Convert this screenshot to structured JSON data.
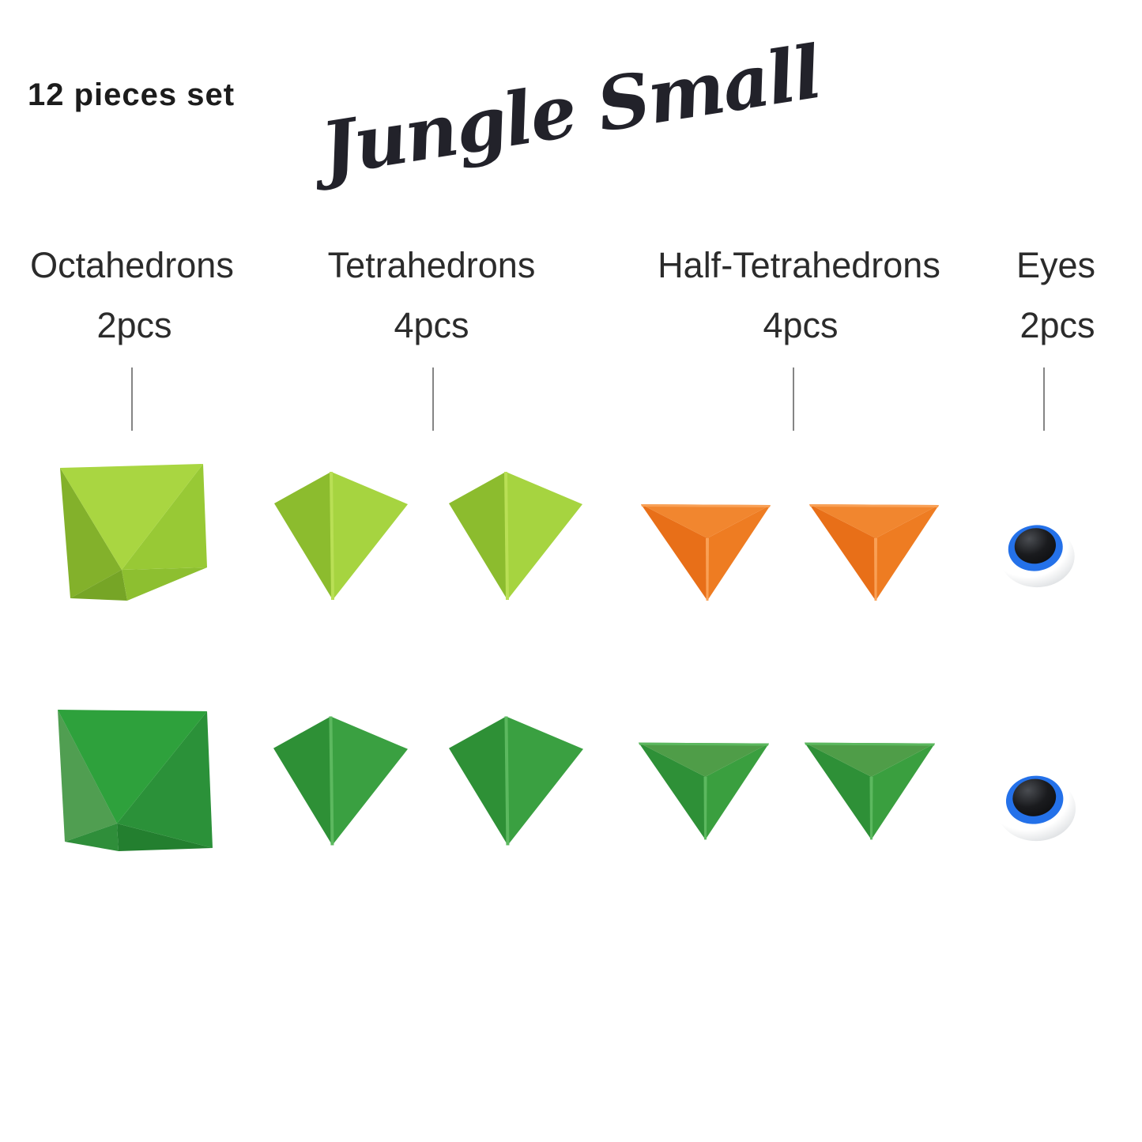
{
  "header": {
    "pieces_label": "12 pieces set",
    "title": "Jungle Small"
  },
  "columns": [
    {
      "name": "Octahedrons",
      "count": "2pcs"
    },
    {
      "name": "Tetrahedrons",
      "count": "4pcs"
    },
    {
      "name": "Half-Tetrahedrons",
      "count": "4pcs"
    },
    {
      "name": "Eyes",
      "count": "2pcs"
    }
  ],
  "pieces": {
    "row1": [
      "lime octahedron",
      "lime tetrahedron",
      "lime tetrahedron",
      "orange half-tetrahedron",
      "orange half-tetrahedron",
      "eye"
    ],
    "row2": [
      "green octahedron",
      "green tetrahedron",
      "green tetrahedron",
      "green half-tetrahedron",
      "green half-tetrahedron",
      "eye"
    ]
  },
  "colors": {
    "lime": {
      "top": "#a9d641",
      "left": "#83b12b",
      "right": "#98c935",
      "bottom_left": "#76a526",
      "bottom_right": "#8dbf30",
      "tetra_left": "#8cbc2e",
      "tetra_right": "#a6d440",
      "edge": "#b9df55"
    },
    "green": {
      "top": "#2ea13c",
      "left": "#509e51",
      "right": "#2b9139",
      "bottom_left": "#2f8e3a",
      "bottom_right": "#237f2f",
      "tetra_left": "#2e9036",
      "tetra_right": "#3aa041",
      "ht_top": "#4f9d48",
      "ht_left": "#2e9037",
      "ht_right": "#3a9f3f",
      "edge": "#5cb85f"
    },
    "orange": {
      "ht_top": "#f1862f",
      "ht_left": "#e86f18",
      "ht_right": "#ee7c22",
      "edge": "#f9a055"
    },
    "eye": {
      "white": "#ffffff",
      "white_edge": "#d9dcdf",
      "ring": "#2471e9",
      "pupil_dark": "#0e0f11",
      "pupil_mid": "#1a1b1e",
      "pupil_highlight": "#4a4d52"
    },
    "divider": "#858585",
    "text": "#2b2b2b"
  }
}
